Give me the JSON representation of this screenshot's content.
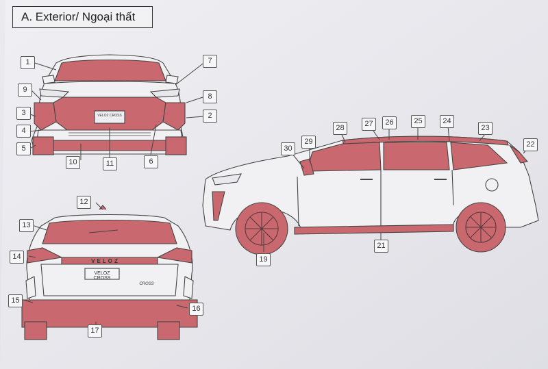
{
  "title": "A. Exterior/ Ngoại thất",
  "highlight_color": "#c9686e",
  "car": {
    "front_plate": "VELOZ CROSS",
    "rear_plate": "VELOZ CROSS",
    "rear_badge": "VELOZ",
    "rear_cross": "CROSS"
  },
  "callouts": {
    "c1": "1",
    "c2": "2",
    "c3": "3",
    "c4": "4",
    "c5": "5",
    "c6": "6",
    "c7": "7",
    "c8": "8",
    "c9": "9",
    "c10": "10",
    "c11": "11",
    "c12": "12",
    "c13": "13",
    "c14": "14",
    "c15": "15",
    "c16": "16",
    "c17": "17",
    "c19": "19",
    "c21": "21",
    "c22": "22",
    "c23": "23",
    "c24": "24",
    "c25": "25",
    "c26": "26",
    "c27": "27",
    "c28": "28",
    "c29": "29",
    "c30": "30"
  }
}
